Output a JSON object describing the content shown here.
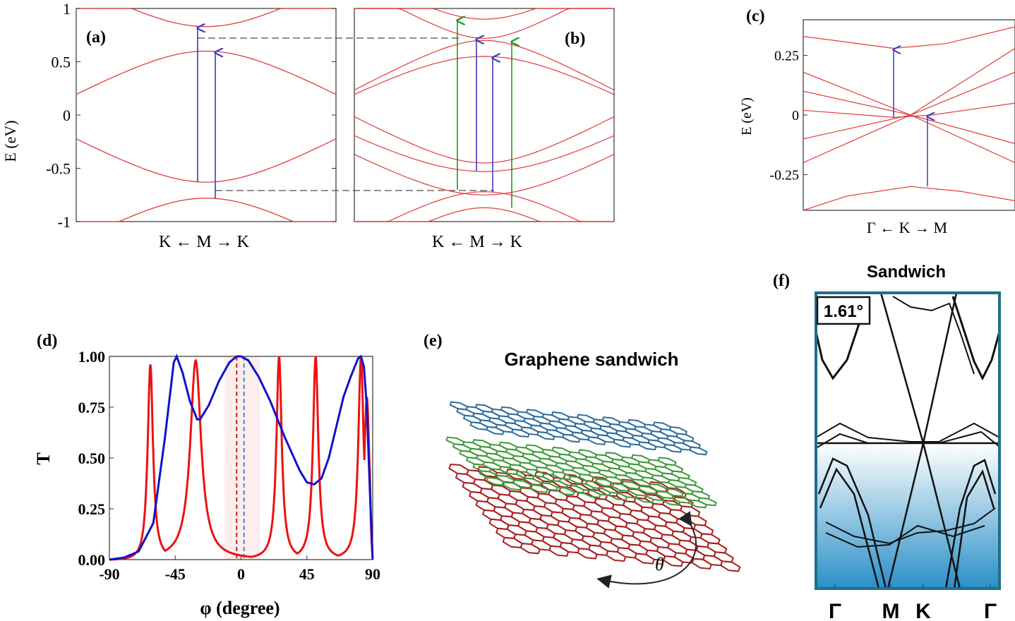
{
  "colors": {
    "band_red": "#e03b3b",
    "arrow_blue": "#3b3bbf",
    "arrow_green": "#1a9a1a",
    "curve_red": "#ee1111",
    "curve_blue": "#1111cc",
    "frame_teal": "#1f6f8b",
    "fill_blue": "#2a8fc7",
    "layer_top": "#2f6f9a",
    "layer_mid": "#3f9a3a",
    "layer_bot": "#a82020"
  },
  "panel_labels": {
    "a": "(a)",
    "b": "(b)",
    "c": "(c)",
    "d": "(d)",
    "e": "(e)",
    "f": "(f)"
  },
  "chart_data": [
    {
      "id": "a",
      "type": "line",
      "xlabel": "K ← M → K",
      "ylabel": "E (eV)",
      "ylim": [
        -1,
        1
      ],
      "yticks": [
        "1",
        "0.5",
        "0",
        "-0.5",
        "-1"
      ],
      "ytick_values": [
        1,
        0.5,
        0,
        -0.5,
        -1
      ],
      "bands_min_max_at_M": [
        0.83,
        0.6,
        -0.63,
        -0.78
      ],
      "arrows": [
        {
          "color": "blue",
          "from": -0.63,
          "to": 0.83
        },
        {
          "color": "blue",
          "from": -0.78,
          "to": 0.6
        }
      ]
    },
    {
      "id": "b",
      "type": "line",
      "xlabel": "K ← M → K",
      "ylim": [
        -1,
        1
      ],
      "arrows": [
        {
          "color": "green",
          "from": -0.7,
          "to": 0.9
        },
        {
          "color": "blue",
          "from": -0.53,
          "to": 0.72
        },
        {
          "color": "blue",
          "from": -0.72,
          "to": 0.55
        },
        {
          "color": "green",
          "from": -0.87,
          "to": 0.7
        }
      ]
    },
    {
      "id": "c",
      "type": "line",
      "xlabel": "Γ ← K → M",
      "ylabel": "E (eV)",
      "ylim": [
        -0.4,
        0.4
      ],
      "yticks": [
        "0.25",
        "0",
        "-0.25"
      ],
      "ytick_values": [
        0.25,
        0,
        -0.25
      ],
      "arrows": [
        {
          "color": "blue",
          "from": -0.01,
          "to": 0.28
        },
        {
          "color": "blue",
          "from": -0.3,
          "to": 0.0
        }
      ]
    },
    {
      "id": "d",
      "type": "line",
      "xlabel": "φ (degree)",
      "ylabel": "T",
      "xlim": [
        -90,
        90
      ],
      "ylim": [
        0,
        1
      ],
      "xticks": [
        "-90",
        "-45",
        "0",
        "45",
        "90"
      ],
      "xtick_values": [
        -90,
        -45,
        0,
        45,
        90
      ],
      "yticks": [
        "1.00",
        "0.75",
        "0.50",
        "0.25",
        "0.00"
      ],
      "ytick_values": [
        1,
        0.75,
        0.5,
        0.25,
        0
      ],
      "series": [
        {
          "color": "blue",
          "x": [
            -90,
            -80,
            -70,
            -60,
            -52,
            -46,
            -44,
            -40,
            -35,
            -30,
            -28,
            -22,
            -15,
            -8,
            -3,
            0,
            5,
            12,
            20,
            30,
            40,
            45,
            50,
            55,
            60,
            65,
            70,
            75,
            80,
            82,
            84,
            86,
            88,
            90
          ],
          "y": [
            0,
            0.01,
            0.04,
            0.18,
            0.6,
            0.97,
            1.0,
            0.92,
            0.78,
            0.69,
            0.69,
            0.76,
            0.88,
            0.97,
            1.0,
            1.0,
            0.98,
            0.9,
            0.78,
            0.6,
            0.44,
            0.38,
            0.37,
            0.4,
            0.5,
            0.65,
            0.8,
            0.9,
            0.99,
            1.0,
            0.95,
            0.75,
            0.35,
            0
          ]
        },
        {
          "color": "red",
          "peaks": [
            -62,
            -31,
            26,
            51,
            82,
            86
          ],
          "peak_heights": [
            0.96,
            0.98,
            1.0,
            1.0,
            1.0,
            0.8
          ]
        }
      ],
      "dashed_lines": [
        {
          "color": "red",
          "x": -3
        },
        {
          "color": "blue",
          "x": 2
        }
      ]
    },
    {
      "id": "f",
      "type": "line",
      "title": "Sandwich",
      "annotation": "1.61°",
      "xticks": [
        "Γ",
        "M",
        "K",
        "Γ"
      ]
    }
  ],
  "panel_e": {
    "title": "Graphene sandwich",
    "angle_label": "θ"
  }
}
